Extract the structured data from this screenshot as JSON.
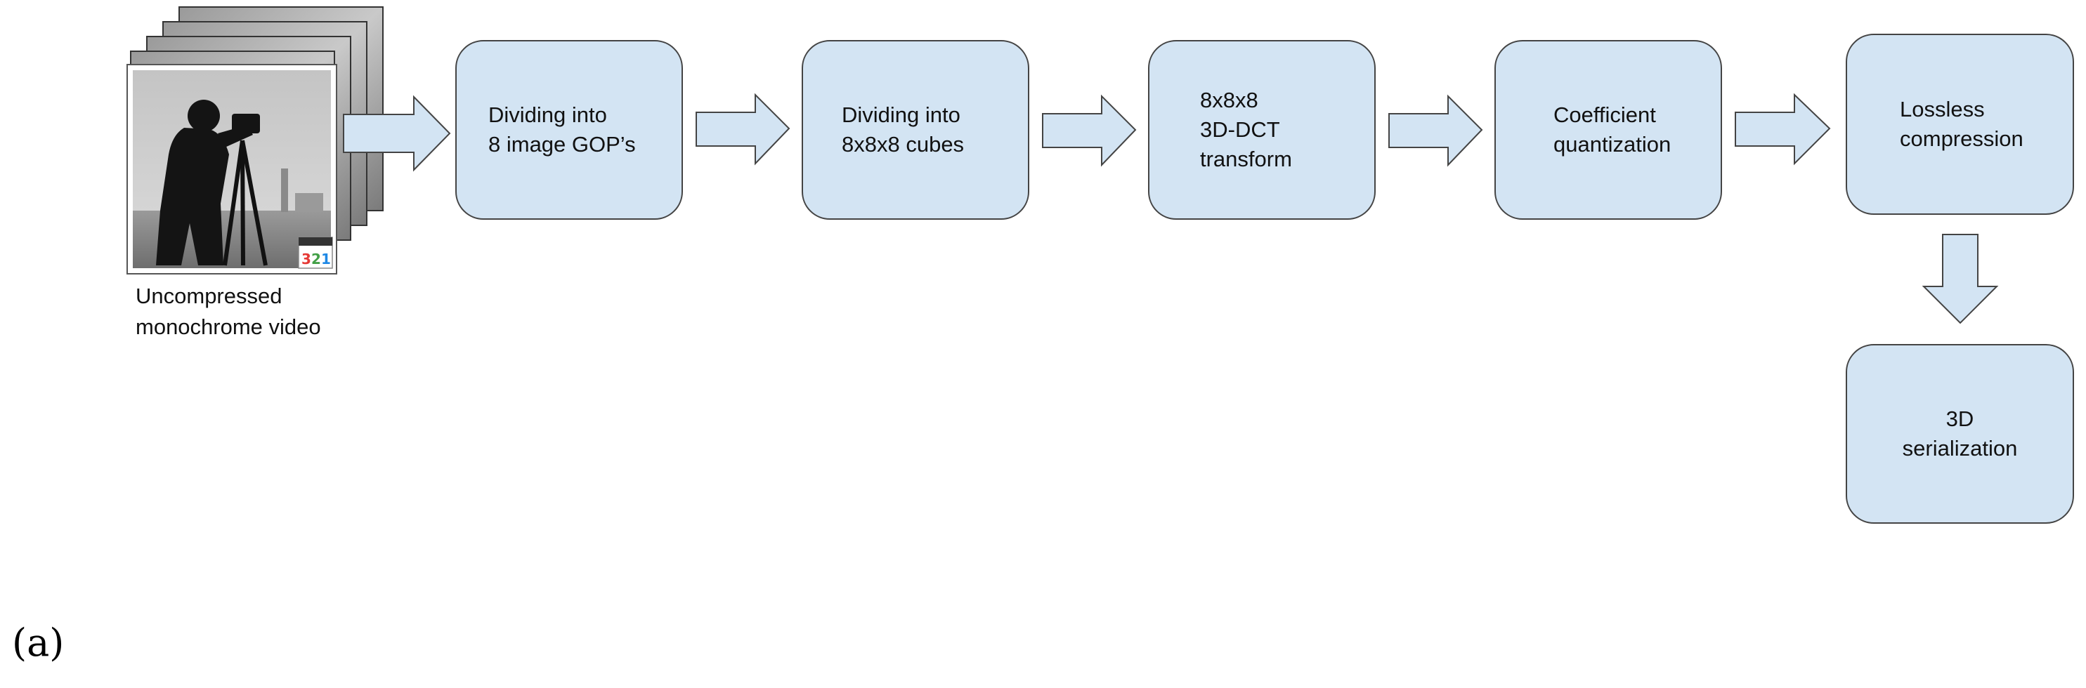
{
  "input": {
    "caption_lines": [
      "Uncompressed",
      "monochrome video"
    ]
  },
  "steps": [
    {
      "id": "dividing-gops",
      "lines": [
        "Dividing into",
        "8 image GOP’s"
      ]
    },
    {
      "id": "dividing-cubes",
      "lines": [
        "Dividing into",
        "8x8x8 cubes"
      ]
    },
    {
      "id": "dct-transform",
      "lines": [
        "8x8x8",
        "3D-DCT",
        "transform"
      ]
    },
    {
      "id": "coefficient-quantization",
      "lines": [
        "Coefficient",
        "quantization"
      ]
    },
    {
      "id": "lossless-compression",
      "lines": [
        "Lossless",
        "compression"
      ]
    },
    {
      "id": "serialization",
      "lines": [
        "3D",
        "serialization"
      ]
    }
  ],
  "thumbnail_badge": "321",
  "panel_label": "(a)",
  "colors": {
    "box_fill": "#d3e4f3",
    "box_stroke": "#444444",
    "arrow_fill": "#d3e4f3",
    "badge_colors": [
      "#e53935",
      "#43a047",
      "#1e88e5"
    ]
  }
}
